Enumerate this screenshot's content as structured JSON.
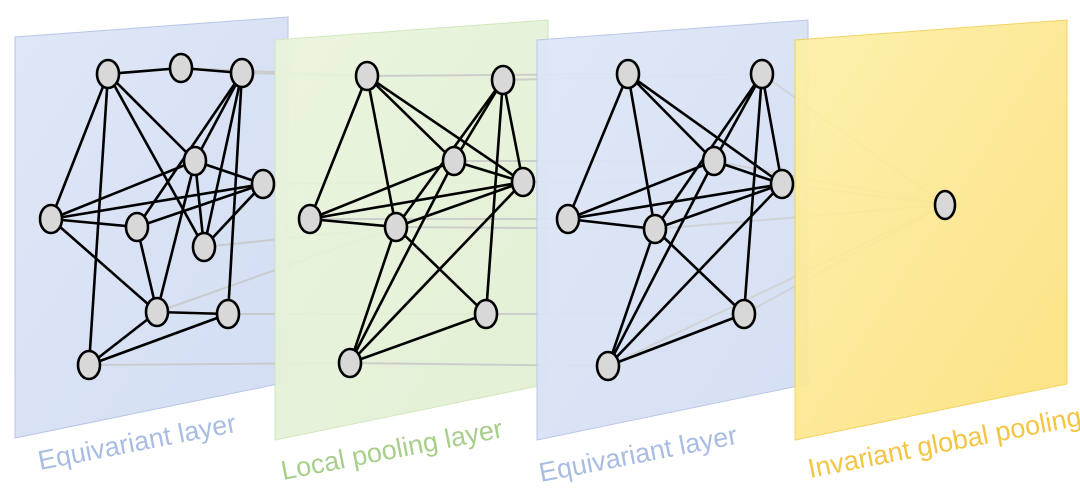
{
  "diagram": {
    "layers": [
      {
        "id": "equivariant-1",
        "label": "Equivariant layer",
        "color": "#a9bde3"
      },
      {
        "id": "local-pooling",
        "label": "Local pooling layer",
        "color": "#a7cf8a"
      },
      {
        "id": "equivariant-2",
        "label": "Equivariant layer",
        "color": "#a9bde3"
      },
      {
        "id": "global-pooling",
        "label": "Invariant global pooling",
        "color": "#f4c542"
      }
    ],
    "colors": {
      "blue_plane_fill": "#d9e3f6",
      "blue_plane_stroke": "#b6c6e8",
      "green_plane_fill": "#e6f3d8",
      "green_plane_stroke": "#cfe6b8",
      "yellow_plane_fill": "#fde98f",
      "yellow_plane_stroke": "#f2cf52",
      "node_fill": "#d8d8d8",
      "node_stroke": "#000000",
      "edge": "#000000",
      "connector": "#c8c8c8"
    }
  }
}
